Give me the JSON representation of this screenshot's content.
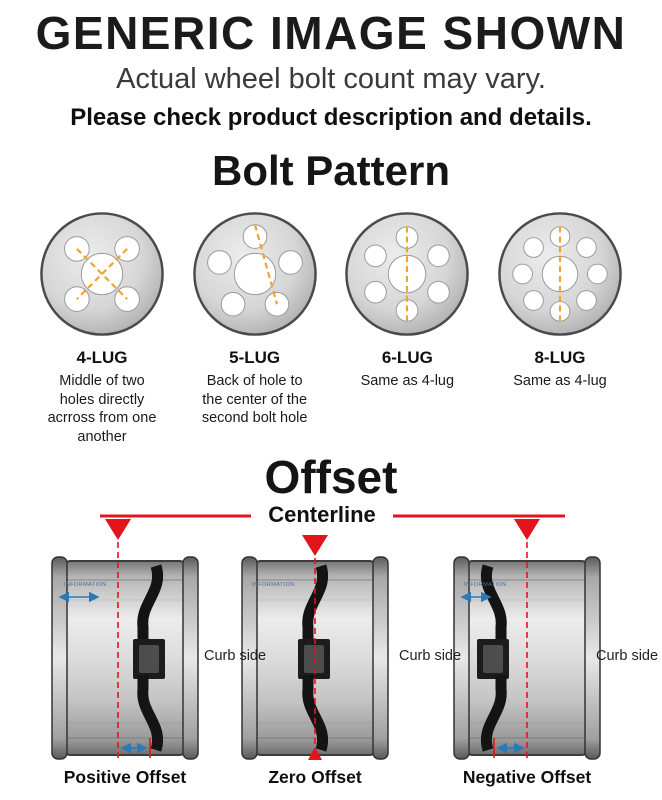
{
  "header": {
    "title": "GENERIC IMAGE SHOWN",
    "subtitle": "Actual wheel bolt count may vary.",
    "note": "Please check product description and details."
  },
  "bolt_pattern": {
    "title": "Bolt Pattern",
    "items": [
      {
        "label": "4-LUG",
        "description": "Middle of two holes directly acrross from one another"
      },
      {
        "label": "5-LUG",
        "description": "Back of hole to the center of the second bolt hole"
      },
      {
        "label": "6-LUG",
        "description": "Same as 4-lug"
      },
      {
        "label": "8-LUG",
        "description": "Same as 4-lug"
      }
    ]
  },
  "offset": {
    "title": "Offset",
    "centerline_label": "Centerline",
    "curb_side_label": "Curb side",
    "watermark": "INFORMATION",
    "diagrams": [
      {
        "label": "Positive Offset"
      },
      {
        "label": "Zero Offset"
      },
      {
        "label": "Negative Offset"
      }
    ]
  },
  "colors": {
    "accent_red": "#E2141C",
    "measure_orange": "#F2A135",
    "arrow_blue": "#2A7AB5"
  }
}
